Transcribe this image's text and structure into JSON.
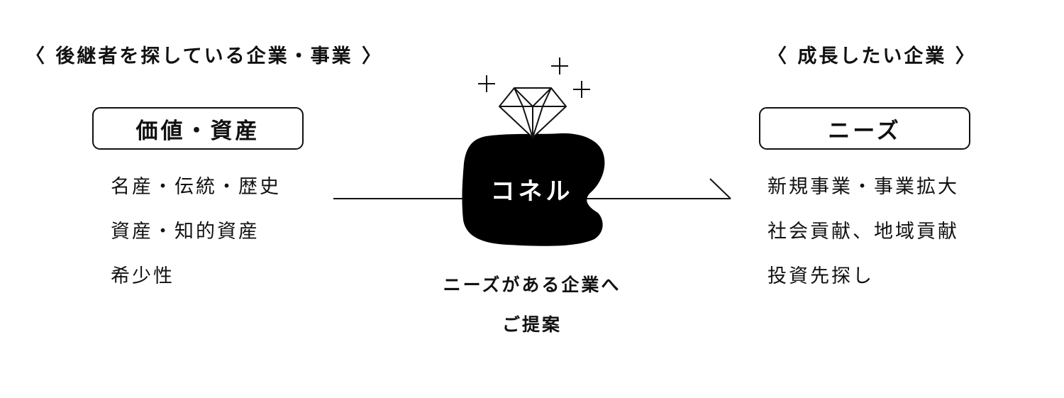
{
  "left": {
    "heading": "〈 後継者を探している企業・事業 〉",
    "box_label": "価値・資産",
    "items": [
      "名産・伝統・歴史",
      "資産・知的資産",
      "希少性"
    ]
  },
  "center": {
    "blob_label": "コネル",
    "caption_line1": "ニーズがある企業へ",
    "caption_line2": "ご提案"
  },
  "right": {
    "heading": "〈 成長したい企業 〉",
    "box_label": "ニーズ",
    "items": [
      "新規事業・事業拡大",
      "社会貢献、地域貢献",
      "投資先探し"
    ]
  },
  "colors": {
    "ink": "#111111",
    "background": "#ffffff"
  },
  "icons": [
    "diamond-icon",
    "sparkle-icon",
    "arrow-icon"
  ]
}
